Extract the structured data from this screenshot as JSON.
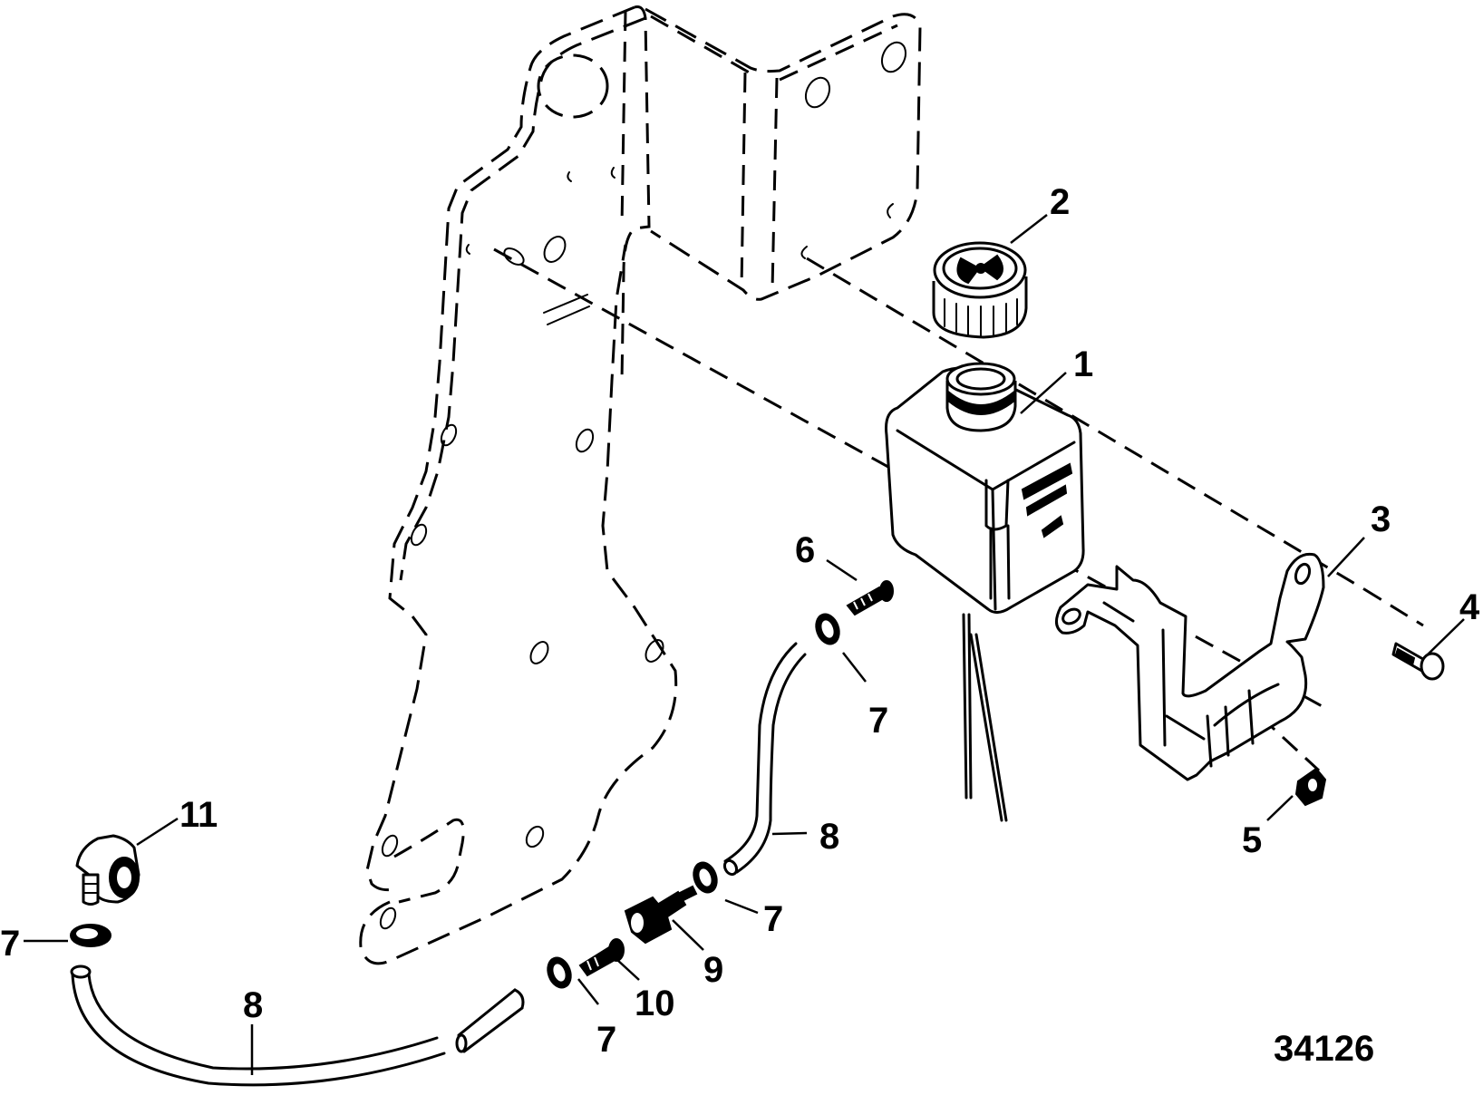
{
  "diagram": {
    "type": "exploded-parts-diagram",
    "subject": "coolant reservoir (tank) with mounting bracket and hose fittings",
    "figure_number": "34126",
    "callouts": [
      {
        "id": "1",
        "part": "reservoir-tank"
      },
      {
        "id": "2",
        "part": "reservoir-cap"
      },
      {
        "id": "3",
        "part": "mounting-bracket"
      },
      {
        "id": "4",
        "part": "bolt"
      },
      {
        "id": "5",
        "part": "nut"
      },
      {
        "id": "6",
        "part": "hose-barb-fitting"
      },
      {
        "id": "7",
        "part": "hose-clamp"
      },
      {
        "id": "8",
        "part": "hose"
      },
      {
        "id": "9",
        "part": "quick-connect-fitting"
      },
      {
        "id": "10",
        "part": "hose-barb-fitting"
      },
      {
        "id": "11",
        "part": "elbow-fitting"
      }
    ],
    "labels": {
      "l1": "1",
      "l2": "2",
      "l3": "3",
      "l4": "4",
      "l5": "5",
      "l6": "6",
      "l7a": "7",
      "l7b": "7",
      "l7c": "7",
      "l7d": "7",
      "l8a": "8",
      "l8b": "8",
      "l9": "9",
      "l10": "10",
      "l11": "11"
    }
  }
}
